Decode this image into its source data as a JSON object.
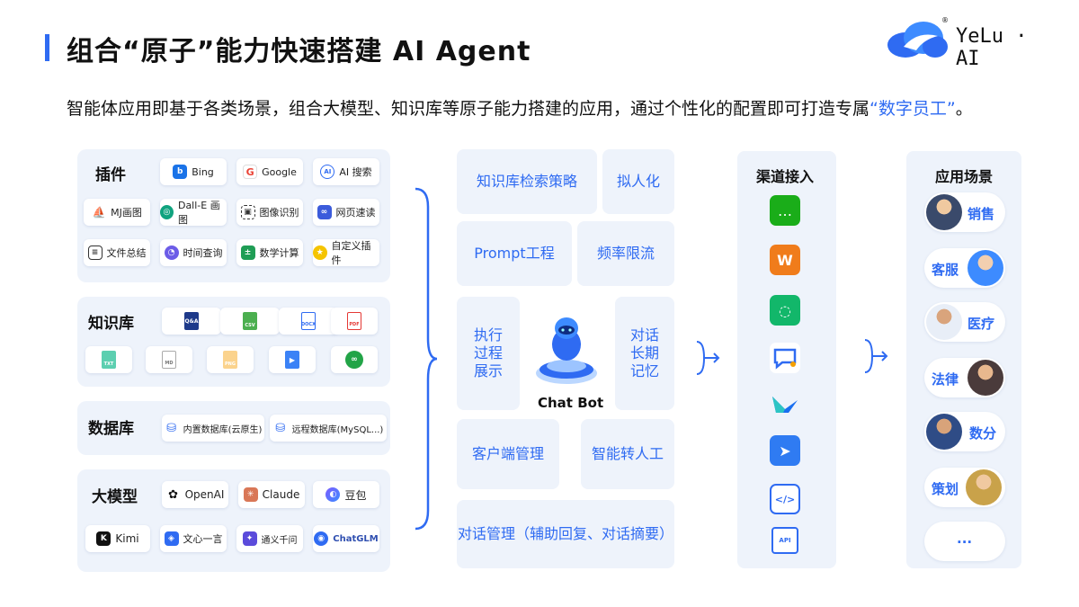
{
  "title": "组合“原子”能力快速搭建 AI Agent",
  "logo": {
    "text": "YeLu · AI",
    "mark": "®"
  },
  "subtitle": {
    "main": "智能体应用即基于各类场景，组合大模型、知识库等原子能力搭建的应用，通过个性化的配置即可打造专属",
    "highlight": "“数字员工”",
    "tail": "。"
  },
  "plugins": {
    "label": "插件",
    "items": [
      "Bing",
      "Google",
      "AI 搜索",
      "MJ画图",
      "Dall-E 画图",
      "图像识别",
      "网页速读",
      "文件总结",
      "时间查询",
      "数学计算",
      "自定义插件"
    ]
  },
  "knowledge": {
    "label": "知识库",
    "files": [
      "Q&A",
      "CSV",
      "DOCX",
      "PDF",
      "TXT",
      "MD",
      "PNG",
      "video",
      "link"
    ]
  },
  "database": {
    "label": "数据库",
    "items": [
      "内置数据库(云原生)",
      "远程数据库(MySQL...)"
    ]
  },
  "models": {
    "label": "大模型",
    "items": [
      "OpenAI",
      "Claude",
      "豆包",
      "Kimi",
      "文心一言",
      "通义千问",
      "ChatGLM"
    ]
  },
  "middle": {
    "cards": [
      "知识库检索策略",
      "拟人化",
      "Prompt工程",
      "频率限流",
      "执行\n过程\n展示",
      "对话\n长期\n记忆",
      "客户端管理",
      "智能转人工",
      "对话管理（辅助回复、对话摘要）"
    ],
    "chatbot": "Chat Bot"
  },
  "channels": {
    "title": "渠道接入",
    "icons": [
      "wechat-icon",
      "mini-program-icon",
      "wecom-icon",
      "chat-bubble-icon",
      "feishu-icon",
      "dingtalk-icon",
      "web-code-icon",
      "api-chip-icon"
    ],
    "api_label": "API"
  },
  "scenes": {
    "title": "应用场景",
    "items": [
      "销售",
      "客服",
      "医疗",
      "法律",
      "数分",
      "策划",
      "..."
    ]
  },
  "colors": {
    "accent": "#2f6bf2",
    "panel": "#eef3fb"
  }
}
